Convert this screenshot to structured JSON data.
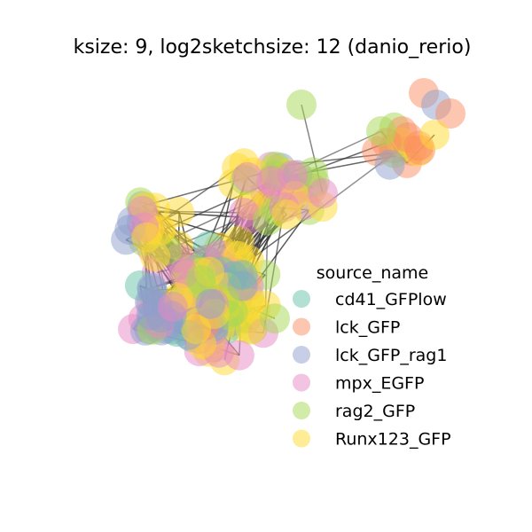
{
  "chart_data": {
    "type": "network",
    "title": "ksize: 9, log2sketchsize: 12 (danio_rerio)",
    "legend": {
      "title": "source_name",
      "placement": "right",
      "entries": [
        {
          "name": "cd41_GFPlow",
          "color": "#66c2a5"
        },
        {
          "name": "lck_GFP",
          "color": "#fc8d62"
        },
        {
          "name": "lck_GFP_rag1",
          "color": "#8da0cb"
        },
        {
          "name": "mpx_EGFP",
          "color": "#e78ac3"
        },
        {
          "name": "rag2_GFP",
          "color": "#a6d854"
        },
        {
          "name": "Runx123_GFP",
          "color": "#ffd92f"
        }
      ]
    },
    "node_alpha": 0.5,
    "edge_color": "#333333",
    "axes": "off"
  }
}
